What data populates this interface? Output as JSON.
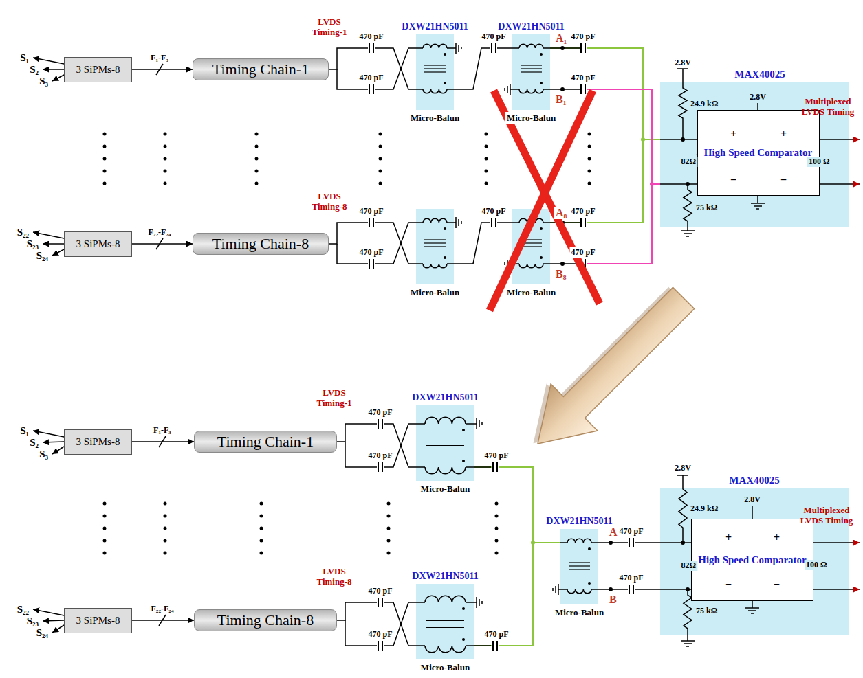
{
  "diagram": {
    "nodes": [
      {
        "text": [
          "3 SiPMs-8"
        ]
      },
      {
        "text": [
          "Timing Chain-1"
        ]
      },
      {
        "text": [
          "DXW21HN5011",
          "Micro-Balun"
        ]
      },
      {
        "text": [
          "DXW21HN5011",
          "Micro-Balun"
        ]
      },
      {
        "text": [
          "3 SiPMs-8"
        ]
      },
      {
        "text": [
          "Timing Chain-8"
        ]
      },
      {
        "text": [
          "Micro-Balun"
        ]
      },
      {
        "text": [
          "Micro-Balun"
        ]
      },
      {
        "text": [
          "MAX40025"
        ]
      },
      {
        "text": [
          "High Speed Comparator"
        ],
        "in": 8
      },
      {
        "text": [
          "3 SiPMs-8"
        ]
      },
      {
        "text": [
          "Timing Chain-1"
        ]
      },
      {
        "text": [
          "DXW21HN5011",
          "Micro-Balun"
        ]
      },
      {
        "text": [
          "3 SiPMs-8"
        ]
      },
      {
        "text": [
          "Timing Chain-8"
        ]
      },
      {
        "text": [
          "DXW21HN5011",
          "Micro-Balun"
        ]
      },
      {
        "text": [
          "DXW21HN5011",
          "Micro-Balun"
        ]
      },
      {
        "text": [
          "MAX40025"
        ]
      },
      {
        "text": [
          "High Speed Comparator"
        ],
        "in": 17
      }
    ],
    "edges": [
      {
        "from": 0,
        "to": 1,
        "label": "F₁-F₃",
        "arrow": "to"
      },
      {
        "from": 1,
        "to": 2,
        "arrow": "none"
      },
      {
        "from": 2,
        "to": 3,
        "arrow": "none"
      },
      {
        "from": 3,
        "to": 8,
        "arrow": "none"
      },
      {
        "from": 4,
        "to": 5,
        "label": "F₂₂-F₂₄",
        "arrow": "to"
      },
      {
        "from": 5,
        "to": 6,
        "arrow": "none"
      },
      {
        "from": 6,
        "to": 7,
        "arrow": "none"
      },
      {
        "from": 7,
        "to": 8,
        "arrow": "none"
      },
      {
        "from": 10,
        "to": 11,
        "label": "F₁-F₃",
        "arrow": "to"
      },
      {
        "from": 11,
        "to": 12,
        "arrow": "none"
      },
      {
        "from": 12,
        "to": 16,
        "arrow": "none"
      },
      {
        "from": 13,
        "to": 14,
        "label": "F₂₂-F₂₄",
        "arrow": "to"
      },
      {
        "from": 14,
        "to": 15,
        "arrow": "none"
      },
      {
        "from": 15,
        "to": 16,
        "arrow": "none"
      },
      {
        "from": 16,
        "to": 17,
        "arrow": "none"
      }
    ],
    "labels": [
      "S₁",
      "S₂",
      "S₃",
      "LVDS Timing-1",
      "470 pF",
      "470 pF",
      "470 pF",
      "A₁",
      "470 pF",
      "B₁",
      "470 pF",
      "S₂₂",
      "S₂₃",
      "S₂₄",
      "LVDS Timing-8",
      "470 pF",
      "470 pF",
      "470 pF",
      "A₈",
      "470 pF",
      "B₈",
      "470 pF",
      "2.8V",
      "24.9 kΩ",
      "82Ω",
      "75 kΩ",
      "2.8V",
      "+",
      "−",
      "+",
      "−",
      "Multiplexed LVDS Timing",
      "100 Ω",
      "S₁",
      "S₂",
      "S₃",
      "LVDS Timing-1",
      "470 pF",
      "470 pF",
      "470 pF",
      "S₂₂",
      "S₂₃",
      "S₂₄",
      "LVDS Timing-8",
      "470 pF",
      "470 pF",
      "470 pF",
      "A",
      "470 pF",
      "B",
      "470 pF",
      "2.8V",
      "24.9 kΩ",
      "82Ω",
      "75 kΩ",
      "2.8V",
      "+",
      "−",
      "+",
      "−",
      "Multiplexed LVDS Timing",
      "100 Ω"
    ]
  }
}
